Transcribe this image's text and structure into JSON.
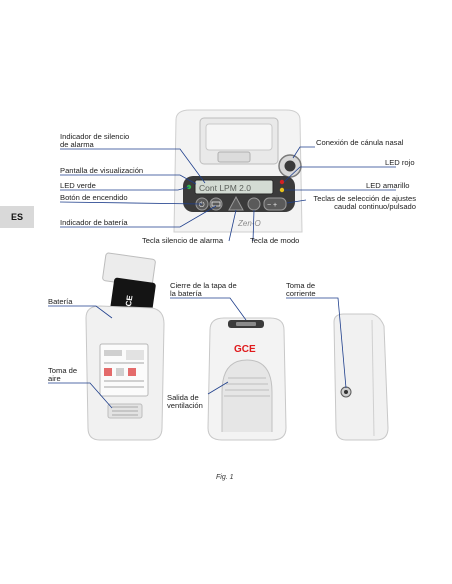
{
  "language_tab": "ES",
  "labels": {
    "alarm_silence_indicator": "Indicador de silencio\nde alarma",
    "display_screen": "Pantalla de visualización",
    "green_led": "LED verde",
    "power_button": "Botón de encendido",
    "battery_indicator": "Indicador de batería",
    "alarm_silence_key": "Tecla silencio de alarma",
    "mode_key": "Tecla de modo",
    "nasal_cannula_connection": "Conexión de cánula nasal",
    "red_led": "LED rojo",
    "yellow_led": "LED amarillo",
    "settings_keys": "Teclas de selección de ajustes\ncaudal continuo/pulsado",
    "battery": "Batería",
    "air_intake": "Toma de\naire",
    "battery_cover_latch": "Cierre de la tapa de\nla batería",
    "vent_outlet": "Salida de\nventilación",
    "power_inlet": "Toma de\ncorriente"
  },
  "device": {
    "display_text": "Cont  LPM 2.0",
    "brand_script": "Zen-O",
    "logo_text": "GCE"
  },
  "caption": "Fig. 1",
  "colors": {
    "leader_line": "#1f3f8c",
    "device_body": "#f1f1f1",
    "panel_dark": "#3b3b3b",
    "logo_red": "#e0191b",
    "battery_black": "#141414"
  }
}
